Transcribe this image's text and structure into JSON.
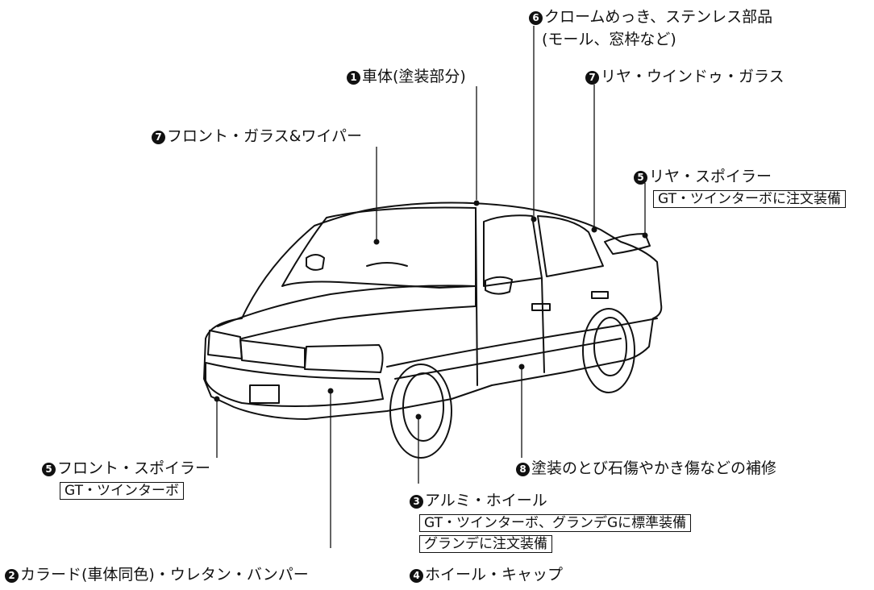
{
  "labels": {
    "body": {
      "num": "1",
      "text": "車体(塗装部分)"
    },
    "bumper": {
      "num": "2",
      "text": "カラード(車体同色)・ウレタン・バンパー"
    },
    "alloy": {
      "num": "3",
      "text": "アルミ・ホイール"
    },
    "cap": {
      "num": "4",
      "text": "ホイール・キャップ"
    },
    "front_spoiler": {
      "num": "5",
      "text": "フロント・スポイラー"
    },
    "rear_spoiler": {
      "num": "5",
      "text": "リヤ・スポイラー"
    },
    "chrome": {
      "num": "6",
      "text": "クロームめっき、ステンレス部品",
      "sub": "(モール、窓枠など)"
    },
    "front_glass": {
      "num": "7",
      "text": "フロント・ガラス&ワイパー"
    },
    "rear_glass": {
      "num": "7",
      "text": "リヤ・ウインドゥ・ガラス"
    },
    "repair": {
      "num": "8",
      "text": "塗装のとび石傷やかき傷などの補修"
    }
  },
  "boxes": {
    "rear_spoiler_note": "GT・ツインターボに注文装備",
    "front_spoiler_note": "GT・ツインターボ",
    "alloy_note_1": "GT・ツインターボ、グランデGに標準装備",
    "alloy_note_2": "グランデに注文装備"
  }
}
